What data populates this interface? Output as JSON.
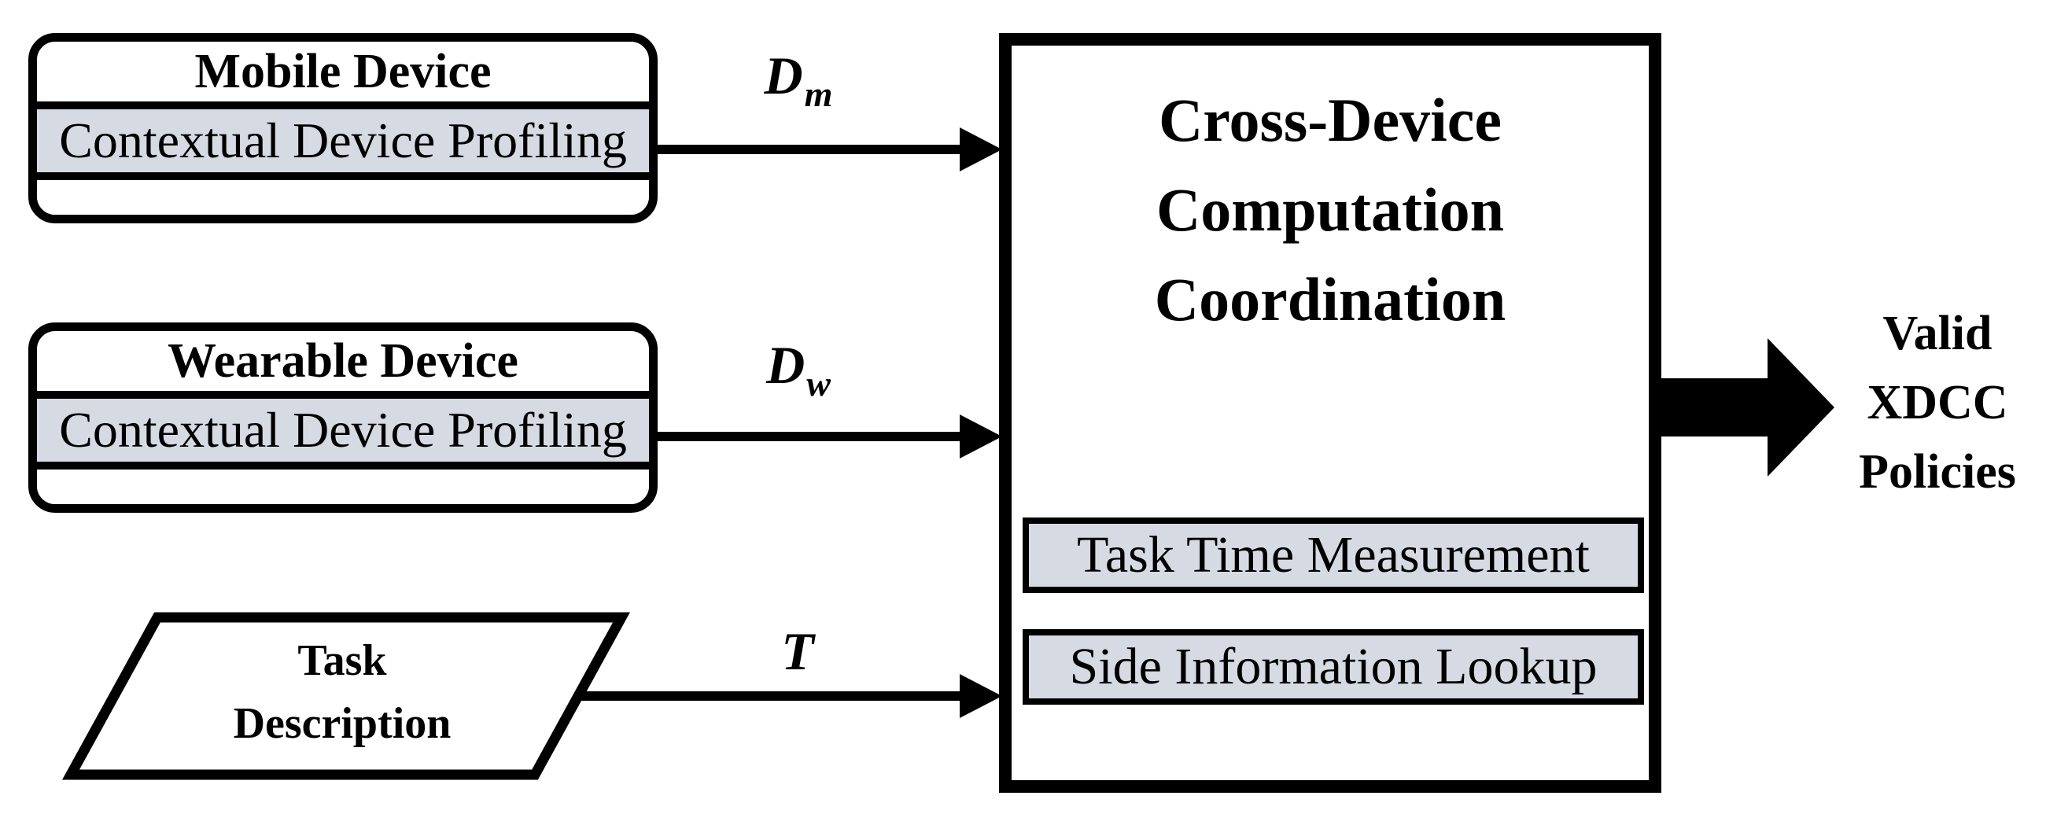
{
  "figure": {
    "colors": {
      "ink": "#000000",
      "module_fill": "#d6dae3",
      "background": "#ffffff"
    },
    "mobile_device": {
      "title": "Mobile Device",
      "module": "Contextual Device Profiling"
    },
    "wearable_device": {
      "title": "Wearable Device",
      "module": "Contextual Device Profiling"
    },
    "task_description": {
      "lines": [
        "Task",
        "Description"
      ]
    },
    "edge_labels": {
      "dm": {
        "base": "D",
        "sub": "m"
      },
      "dw": {
        "base": "D",
        "sub": "w"
      },
      "t": {
        "base": "T",
        "sub": ""
      }
    },
    "main_box": {
      "title_lines": [
        "Cross-Device",
        "Computation",
        "Coordination"
      ],
      "modules": [
        "Task Time Measurement",
        "Side Information Lookup"
      ]
    },
    "output": {
      "lines": [
        "Valid",
        "XDCC",
        "Policies"
      ]
    }
  }
}
